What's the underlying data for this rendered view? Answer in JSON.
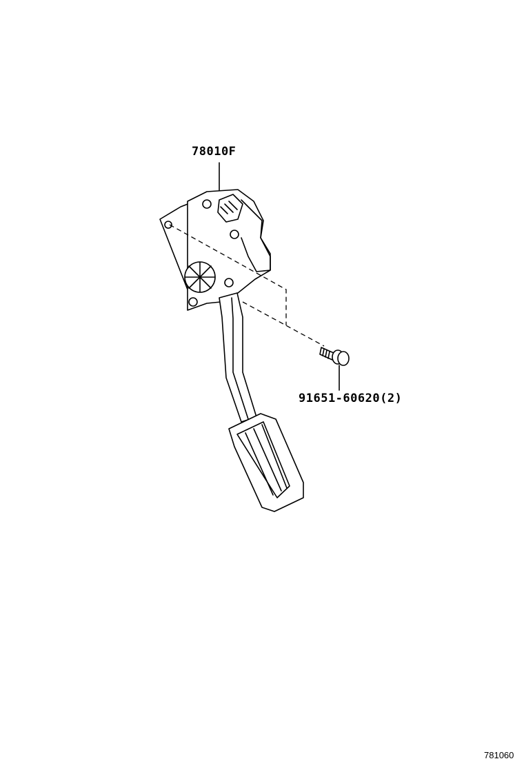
{
  "parts": [
    {
      "part_number": "78010F",
      "icon": "accelerator-pedal-assembly-icon"
    },
    {
      "part_number": "91651-60620",
      "quantity": "(2)",
      "icon": "flange-bolt-icon"
    }
  ],
  "figure_id": "781060"
}
